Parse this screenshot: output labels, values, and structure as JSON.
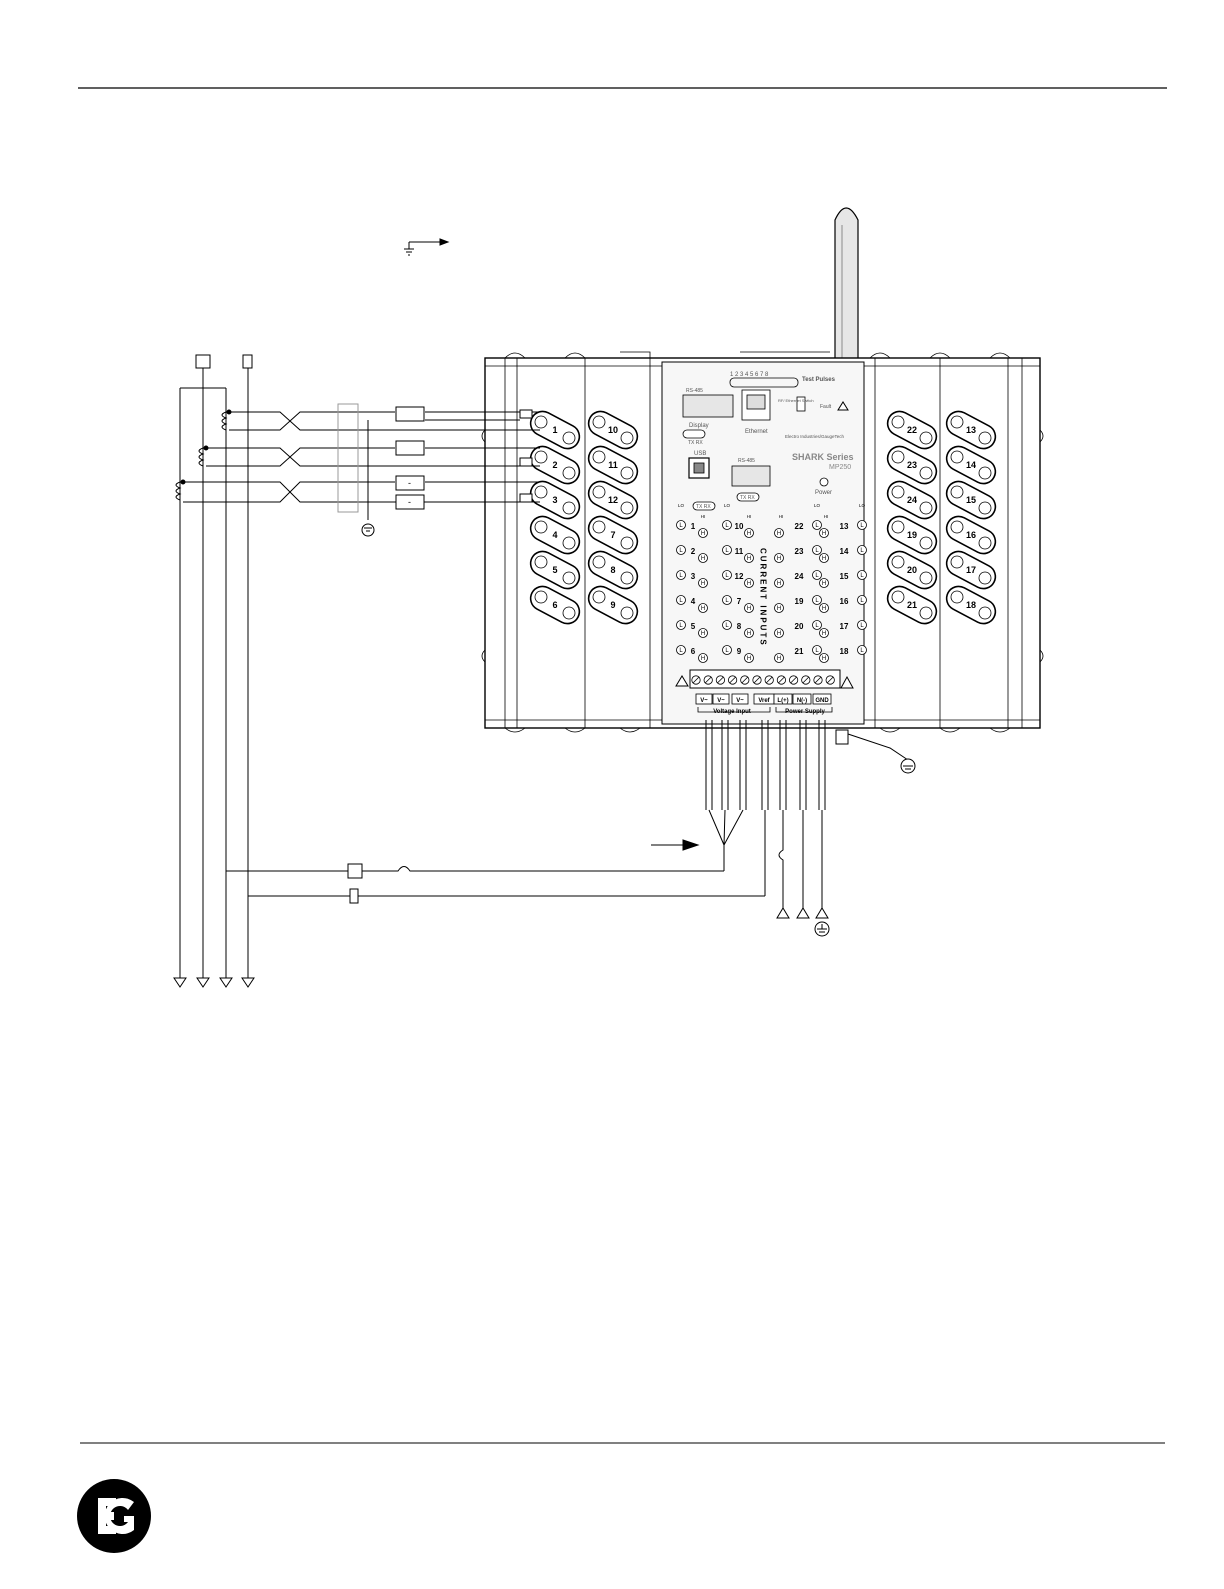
{
  "meter": {
    "brand_series": "SHARK Series",
    "model": "MP250",
    "manufacturer": "Electro Industries/GaugeTech",
    "current_inputs_label": "CURRENT INPUTS",
    "left_terminals": [
      "1",
      "2",
      "3",
      "4",
      "5",
      "6"
    ],
    "mid_terminals": [
      "10",
      "11",
      "12",
      "7",
      "8",
      "9"
    ],
    "right_a_terminals": [
      "22",
      "23",
      "24",
      "19",
      "20",
      "21"
    ],
    "right_b_terminals": [
      "13",
      "14",
      "15",
      "16",
      "17",
      "18"
    ],
    "grid_col1": [
      "1",
      "2",
      "3",
      "4",
      "5",
      "6"
    ],
    "grid_col2": [
      "10",
      "11",
      "12",
      "7",
      "8",
      "9"
    ],
    "grid_col3": [
      "22",
      "23",
      "24",
      "19",
      "20",
      "21"
    ],
    "grid_col4": [
      "13",
      "14",
      "15",
      "16",
      "17",
      "18"
    ],
    "lo_label": "LO",
    "hi_label": "HI",
    "l_label": "L",
    "h_label": "H",
    "test_pulses_numbers": "1 2 3 4 5 6 7 8",
    "test_pulses_label": "Test Pulses",
    "rs485_label": "RS-485",
    "display_label": "Display",
    "txrx_label": "TX RX",
    "ethernet_label": "Ethernet",
    "usb_label": "USB",
    "power_led_label": "Power",
    "fault_label": "Fault",
    "rf_label": "RF/ Ethernet Switch",
    "voltage_terminals": [
      "V~",
      "V~",
      "V~",
      "Vref"
    ],
    "power_terminals": [
      "L(+)",
      "N(-)",
      "GND"
    ],
    "voltage_input_label": "Voltage Input",
    "power_supply_label": "Power Supply",
    "ct_box_labels": [
      "-",
      "-"
    ]
  },
  "colors": {
    "line": "#000000",
    "body_fill": "#ffffff",
    "panel_fill": "#f2f2f2"
  }
}
